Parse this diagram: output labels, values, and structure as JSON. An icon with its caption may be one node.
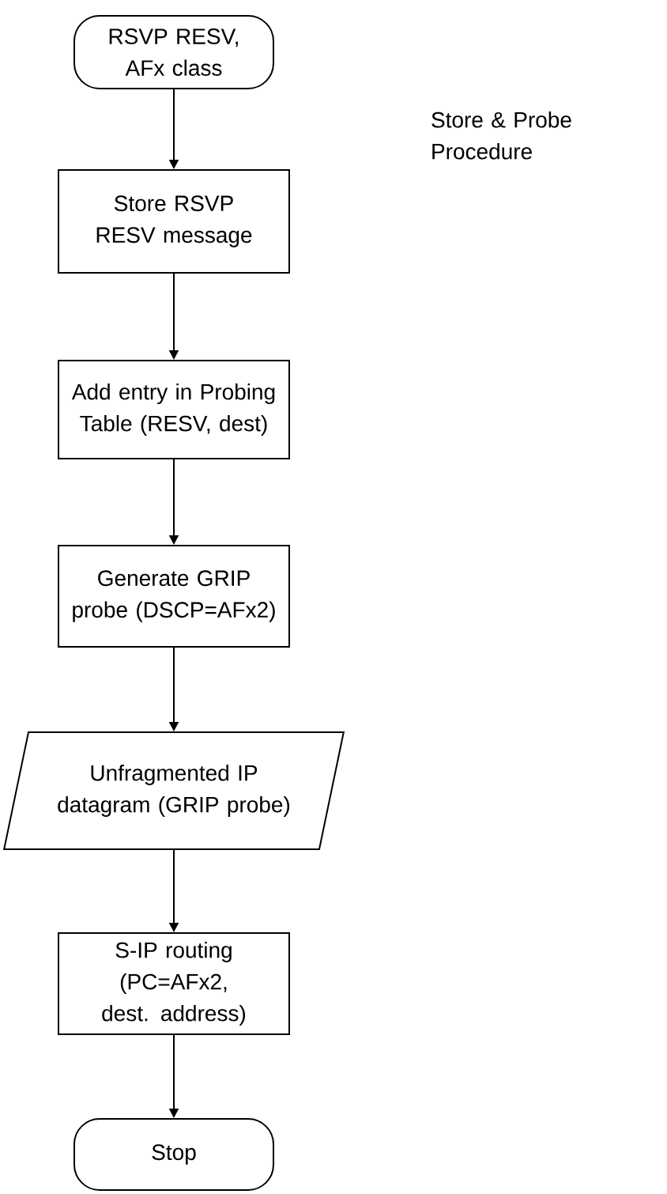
{
  "diagram": {
    "nodes": [
      {
        "text": [
          "RSVP RESV, AFx class"
        ]
      },
      {
        "text": [
          "Store RSVP RESV message"
        ]
      },
      {
        "text": [
          "Add entry in Probing Table (RESV, dest)"
        ]
      },
      {
        "text": [
          "Generate GRIP probe (DSCP=AFx2)"
        ]
      },
      {
        "text": [
          "Unfragmented IP datagram (GRIP probe)"
        ]
      },
      {
        "text": [
          "S-IP routing (PC=AFx2, dest. address)"
        ]
      },
      {
        "text": [
          "Stop"
        ]
      }
    ],
    "edges": [
      {
        "from": 0,
        "to": 1,
        "arrow": "to"
      },
      {
        "from": 1,
        "to": 2,
        "arrow": "to"
      },
      {
        "from": 2,
        "to": 3,
        "arrow": "to"
      },
      {
        "from": 3,
        "to": 4,
        "arrow": "to"
      },
      {
        "from": 4,
        "to": 5,
        "arrow": "to"
      },
      {
        "from": 5,
        "to": 6,
        "arrow": "to"
      }
    ],
    "labels": [
      "Store & Probe Procedure"
    ]
  }
}
